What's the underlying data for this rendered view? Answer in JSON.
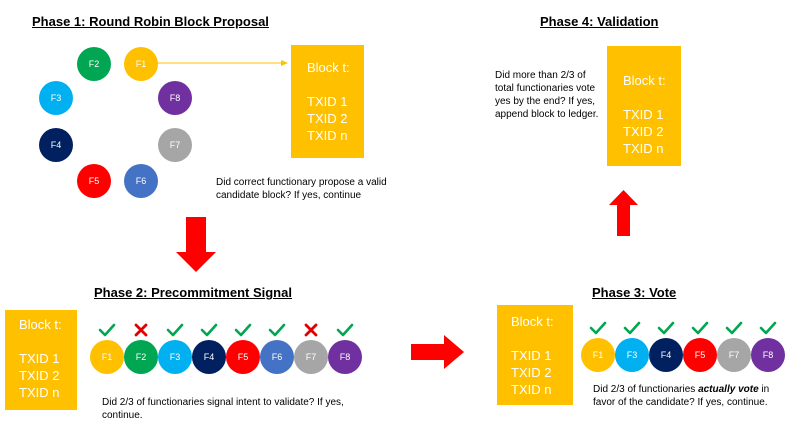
{
  "colors": {
    "block": "#FFC000",
    "check": "#00A650",
    "cross": "#E00000",
    "arrow": "#FF0000",
    "connector": "#FFC000"
  },
  "functionaries": {
    "F1": {
      "label": "F1",
      "color": "#FFC000"
    },
    "F2": {
      "label": "F2",
      "color": "#00A651"
    },
    "F3": {
      "label": "F3",
      "color": "#00B0F0"
    },
    "F4": {
      "label": "F4",
      "color": "#002060"
    },
    "F5": {
      "label": "F5",
      "color": "#FF0000"
    },
    "F6": {
      "label": "F6",
      "color": "#4472C4"
    },
    "F7": {
      "label": "F7",
      "color": "#A6A6A6"
    },
    "F8": {
      "label": "F8",
      "color": "#7030A0"
    }
  },
  "phase1": {
    "title": "Phase 1: Round Robin Block Proposal",
    "block": {
      "title": "Block t:",
      "txids": [
        "TXID 1",
        "TXID 2",
        "TXID n"
      ]
    },
    "note": "Did correct functionary propose a valid candidate block? If yes, continue"
  },
  "phase2": {
    "title": "Phase 2: Precommitment Signal",
    "block": {
      "title": "Block t:",
      "txids": [
        "TXID 1",
        "TXID 2",
        "TXID n"
      ]
    },
    "row": [
      "F1",
      "F2",
      "F3",
      "F4",
      "F5",
      "F6",
      "F7",
      "F8"
    ],
    "signals": [
      "check",
      "cross",
      "check",
      "check",
      "check",
      "check",
      "cross",
      "check"
    ],
    "note": "Did 2/3 of functionaries signal intent to validate? If yes, continue."
  },
  "phase3": {
    "title": "Phase 3: Vote",
    "block": {
      "title": "Block t:",
      "txids": [
        "TXID 1",
        "TXID 2",
        "TXID n"
      ]
    },
    "row": [
      "F1",
      "F3",
      "F4",
      "F5",
      "F7",
      "F8"
    ],
    "signals": [
      "check",
      "check",
      "check",
      "check",
      "check",
      "check"
    ],
    "note_pre": "Did 2/3 of functionaries ",
    "note_em": "actually vote",
    "note_post": " in favor of the candidate? If yes, continue."
  },
  "phase4": {
    "title": "Phase 4: Validation",
    "block": {
      "title": "Block t:",
      "txids": [
        "TXID 1",
        "TXID 2",
        "TXID n"
      ]
    },
    "note": "Did more than 2/3 of total functionaries vote yes by the end? If yes, append block to ledger."
  }
}
